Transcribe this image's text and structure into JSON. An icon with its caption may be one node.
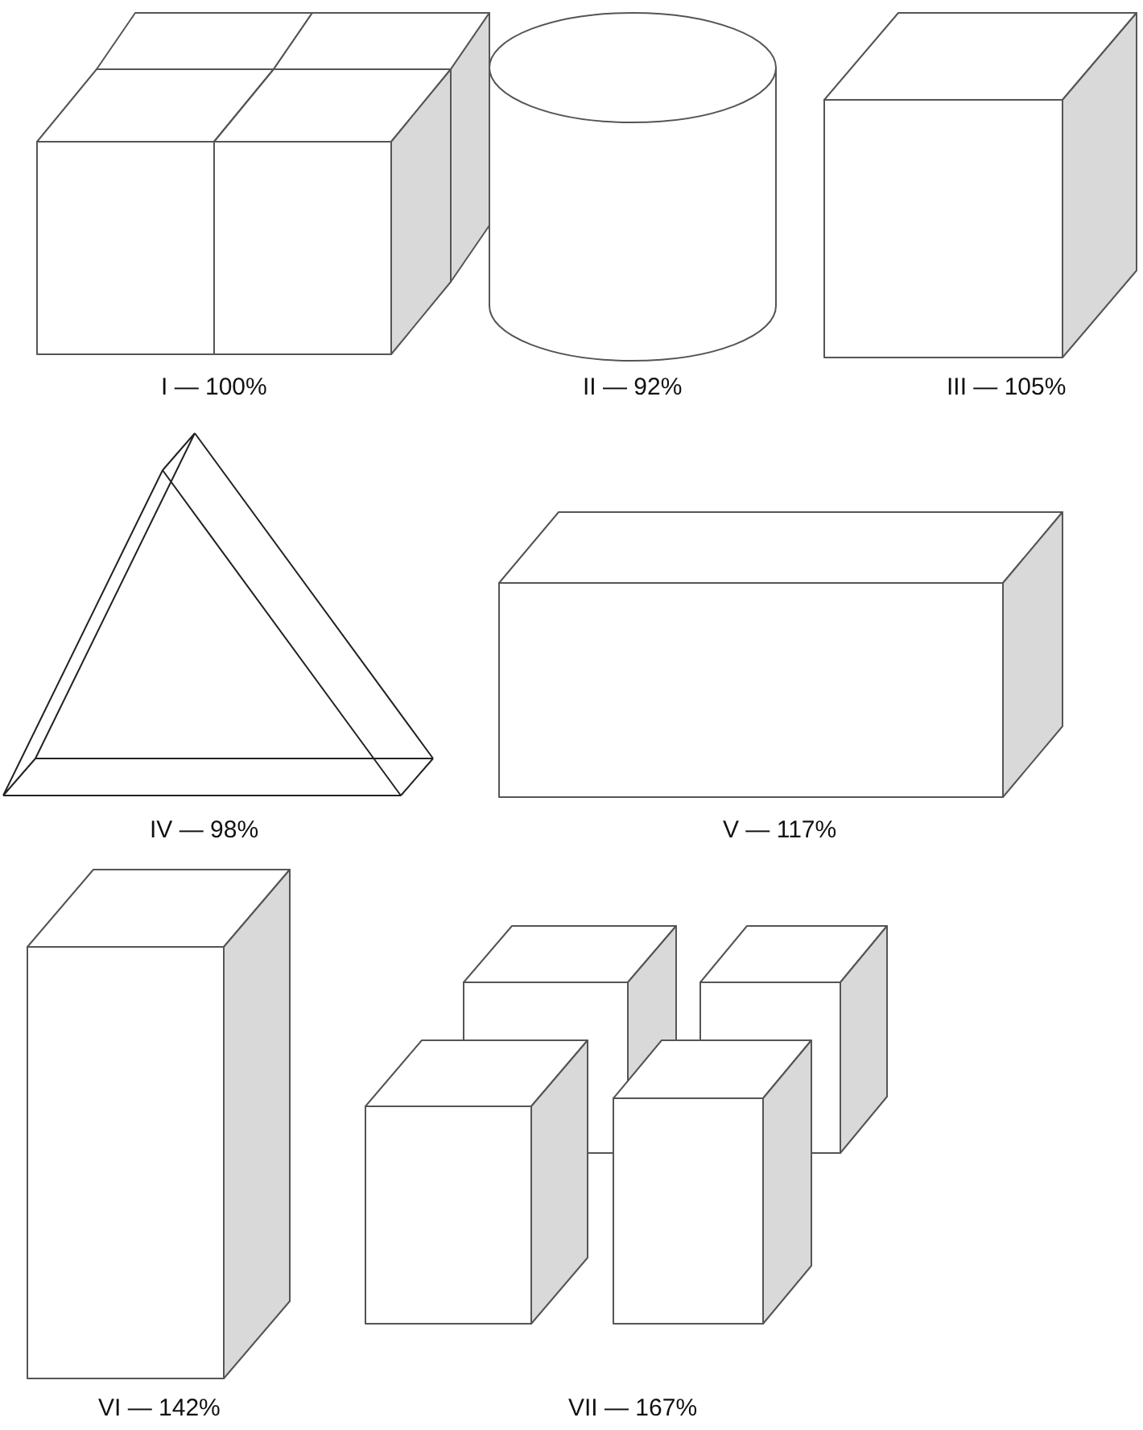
{
  "diagram": {
    "nodes": [
      {
        "text": [],
        "shape": "picture",
        "beside": [
          "I — 100%"
        ]
      },
      {
        "text": [],
        "shape": "cylinder",
        "beside": [
          "II — 92%"
        ]
      },
      {
        "text": [],
        "shape": "box",
        "beside": [
          "III — 105%"
        ]
      },
      {
        "text": [],
        "shape": "triangle",
        "beside": [
          "IV — 98%"
        ]
      },
      {
        "text": [],
        "shape": "box",
        "beside": [
          "V — 117%"
        ]
      },
      {
        "text": [],
        "shape": "box",
        "beside": [
          "VI — 142%"
        ]
      },
      {
        "text": [],
        "shape": "picture",
        "beside": [
          "VII — 167%"
        ]
      }
    ]
  }
}
